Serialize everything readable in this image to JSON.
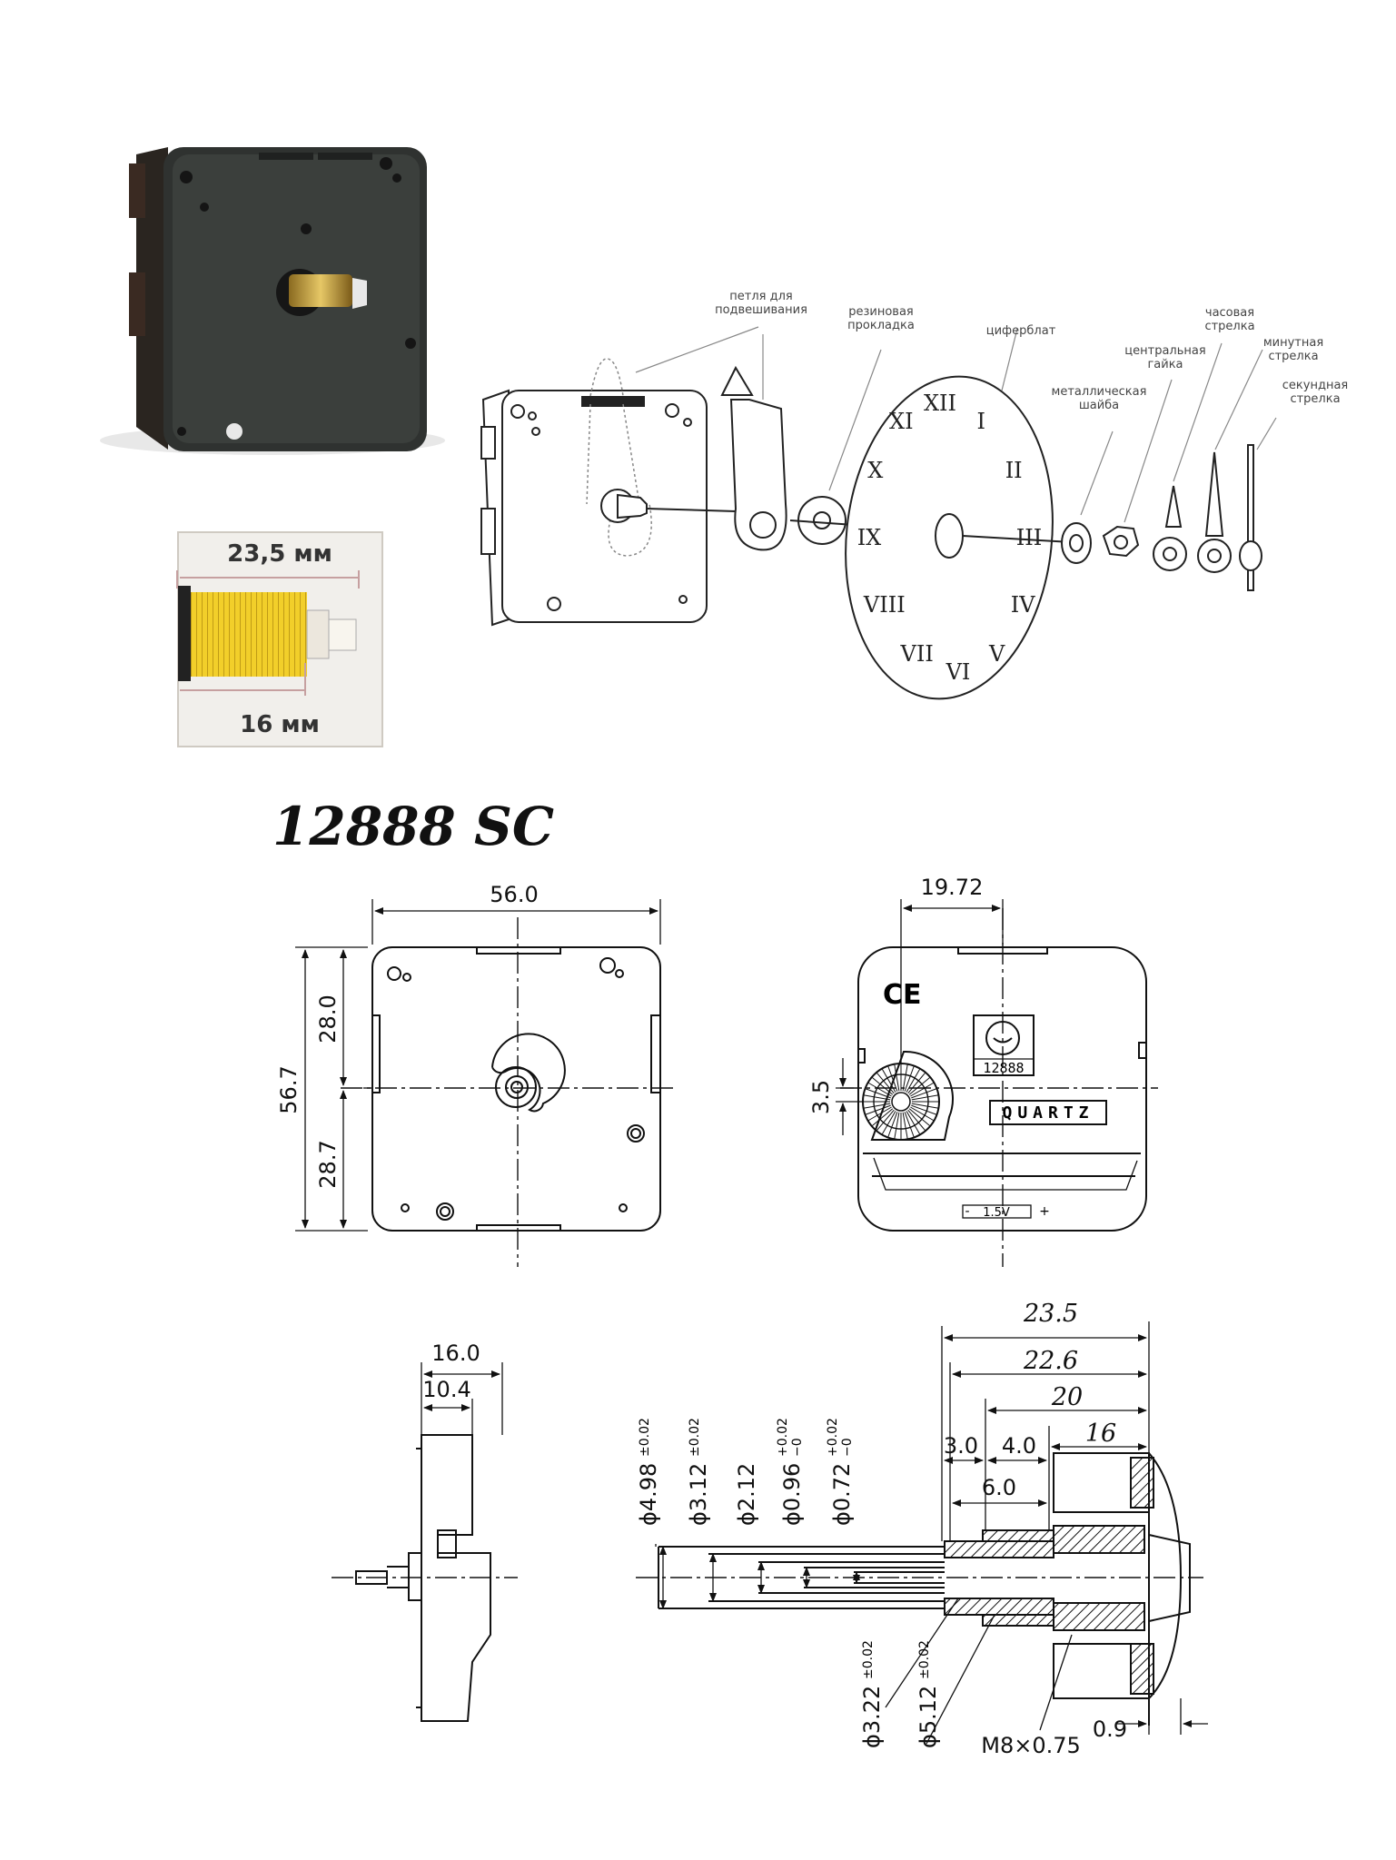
{
  "photo_panel": {
    "dim_top": "23,5 мм",
    "dim_bottom": "16 мм"
  },
  "exploded_view": {
    "labels": {
      "hanger_loop": [
        "петля для",
        "подвешивания"
      ],
      "rubber_gasket": [
        "резиновая",
        "прокладка"
      ],
      "dial": [
        "циферблат"
      ],
      "metal_washer": [
        "металлическая",
        "шайба"
      ],
      "center_nut": [
        "центральная",
        "гайка"
      ],
      "hour_hand": [
        "часовая",
        "стрелка"
      ],
      "minute_hand": [
        "минутная",
        "стрелка"
      ],
      "second_hand": [
        "секундная",
        "стрелка"
      ]
    },
    "dial_numerals": [
      "XII",
      "I",
      "II",
      "III",
      "IV",
      "V",
      "VI",
      "VII",
      "VIII",
      "IX",
      "X",
      "XI"
    ]
  },
  "model_title": "12888 SC",
  "front_view": {
    "width": "56.0",
    "height": "56.7",
    "upper_half": "28.0",
    "lower_half": "28.7"
  },
  "back_view": {
    "offset": "19.72",
    "gear_offset": "3.5",
    "ce_mark": "CE",
    "logo_number": "12888",
    "quartz_label": "QUARTZ",
    "battery_label": "1.5V",
    "battery_minus": "-",
    "battery_plus": "+"
  },
  "side_view": {
    "depth_total": "16.0",
    "depth_body": "10.4"
  },
  "shaft_section": {
    "lengths": [
      "23.5",
      "22.6",
      "20",
      "16"
    ],
    "steps": [
      "3.0",
      "4.0",
      "6.0"
    ],
    "diameters": [
      {
        "sym": "ϕ",
        "val": "4.98",
        "tol": "±0.02"
      },
      {
        "sym": "ϕ",
        "val": "3.12",
        "tol": "±0.02"
      },
      {
        "sym": "ϕ",
        "val": "2.12",
        "tol": ""
      },
      {
        "sym": "ϕ",
        "val": "0.96",
        "tol_up": "+0.02",
        "tol_dn": "−0"
      },
      {
        "sym": "ϕ",
        "val": "0.72",
        "tol_up": "+0.02",
        "tol_dn": "−0"
      }
    ],
    "lower_diameters": [
      {
        "sym": "ϕ",
        "val": "3.22",
        "tol": "±0.02"
      },
      {
        "sym": "ϕ",
        "val": "5.12",
        "tol": "±0.02"
      }
    ],
    "thread": "M8×0.75",
    "flange": "0.9"
  }
}
